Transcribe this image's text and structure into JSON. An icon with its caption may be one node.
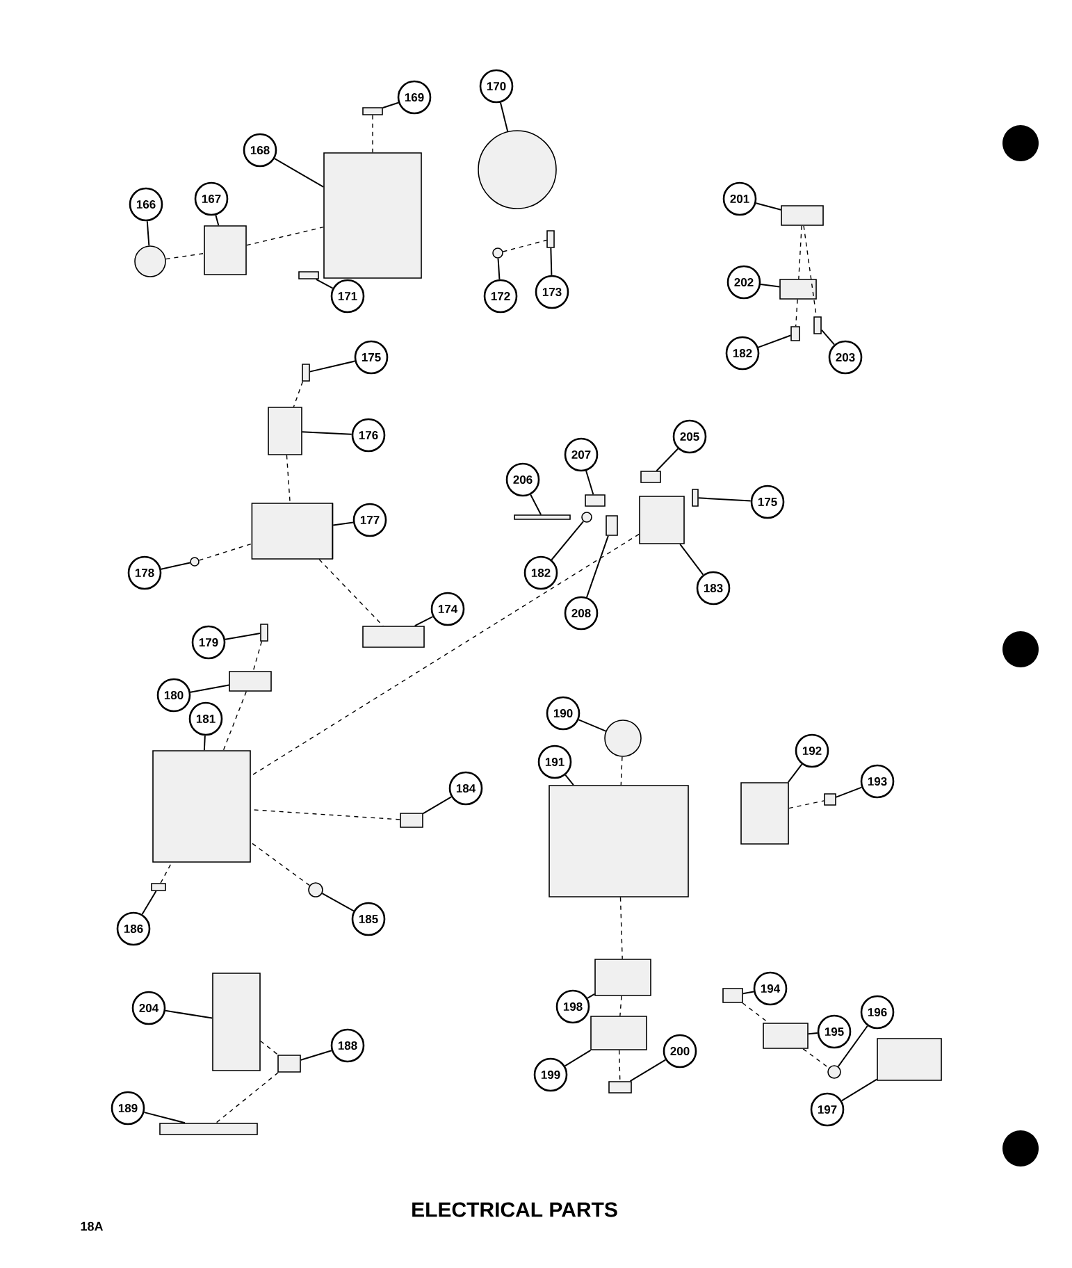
{
  "diagram": {
    "title": "ELECTRICAL PARTS",
    "nodes": [
      {
        "text": [
          "169"
        ]
      },
      {
        "text": [],
        "shape": "box"
      },
      {
        "text": [
          "170"
        ]
      },
      {
        "text": [],
        "shape": "circle"
      },
      {
        "text": [
          "168"
        ]
      },
      {
        "text": [],
        "shape": "box"
      },
      {
        "text": [
          "166"
        ]
      },
      {
        "text": [],
        "shape": "circle"
      },
      {
        "text": [
          "167"
        ]
      },
      {
        "text": [],
        "shape": "box"
      },
      {
        "text": [
          "171"
        ]
      },
      {
        "text": [],
        "shape": "box"
      },
      {
        "text": [
          "172"
        ]
      },
      {
        "text": [],
        "shape": "circle"
      },
      {
        "text": [
          "173"
        ]
      },
      {
        "text": [],
        "shape": "box"
      },
      {
        "text": [
          "201"
        ]
      },
      {
        "text": [],
        "shape": "box"
      },
      {
        "text": [
          "202"
        ]
      },
      {
        "text": [],
        "shape": "box"
      },
      {
        "text": [
          "182"
        ]
      },
      {
        "text": [],
        "shape": "box"
      },
      {
        "text": [
          "203"
        ]
      },
      {
        "text": [],
        "shape": "box"
      },
      {
        "text": [
          "175"
        ]
      },
      {
        "text": [],
        "shape": "box"
      },
      {
        "text": [
          "176"
        ]
      },
      {
        "text": [],
        "shape": "box"
      },
      {
        "text": [
          "177"
        ]
      },
      {
        "text": [],
        "shape": "cylinder"
      },
      {
        "text": [
          "178"
        ]
      },
      {
        "text": [],
        "shape": "circle"
      },
      {
        "text": [
          "174"
        ]
      },
      {
        "text": [],
        "shape": "box"
      },
      {
        "text": [
          "179"
        ]
      },
      {
        "text": [],
        "shape": "box"
      },
      {
        "text": [
          "180"
        ]
      },
      {
        "text": [],
        "shape": "box"
      },
      {
        "text": [
          "181"
        ]
      },
      {
        "text": [],
        "shape": "box"
      },
      {
        "text": [
          "206"
        ]
      },
      {
        "text": [],
        "shape": "box"
      },
      {
        "text": [
          "207"
        ]
      },
      {
        "text": [],
        "shape": "box"
      },
      {
        "text": [
          "205"
        ]
      },
      {
        "text": [],
        "shape": "box"
      },
      {
        "text": [
          "175"
        ]
      },
      {
        "text": [],
        "shape": "box"
      },
      {
        "text": [
          "182"
        ]
      },
      {
        "text": [],
        "shape": "circle"
      },
      {
        "text": [
          "208"
        ]
      },
      {
        "text": [],
        "shape": "box"
      },
      {
        "text": [
          "183"
        ]
      },
      {
        "text": [],
        "shape": "box"
      },
      {
        "text": [
          "190"
        ]
      },
      {
        "text": [],
        "shape": "circle"
      },
      {
        "text": [
          "191"
        ]
      },
      {
        "text": [],
        "shape": "box"
      },
      {
        "text": [
          "192"
        ]
      },
      {
        "text": [],
        "shape": "box"
      },
      {
        "text": [
          "193"
        ]
      },
      {
        "text": [],
        "shape": "box"
      },
      {
        "text": [
          "184"
        ]
      },
      {
        "text": [],
        "shape": "box"
      },
      {
        "text": [
          "186"
        ]
      },
      {
        "text": [],
        "shape": "box"
      },
      {
        "text": [
          "185"
        ]
      },
      {
        "text": [],
        "shape": "circle"
      },
      {
        "text": [
          "194"
        ]
      },
      {
        "text": [],
        "shape": "box"
      },
      {
        "text": [
          "195"
        ]
      },
      {
        "text": [],
        "shape": "box"
      },
      {
        "text": [
          "196"
        ]
      },
      {
        "text": [],
        "shape": "circle"
      },
      {
        "text": [
          "204"
        ]
      },
      {
        "text": [],
        "shape": "box"
      },
      {
        "text": [
          "188"
        ]
      },
      {
        "text": [],
        "shape": "box"
      },
      {
        "text": [
          "189"
        ]
      },
      {
        "text": [],
        "shape": "box"
      },
      {
        "text": [
          "198"
        ]
      },
      {
        "text": [],
        "shape": "box"
      },
      {
        "text": [
          "199"
        ]
      },
      {
        "text": [],
        "shape": "box"
      },
      {
        "text": [
          "200"
        ]
      },
      {
        "text": [],
        "shape": "box"
      },
      {
        "text": [
          "197"
        ]
      },
      {
        "text": [],
        "shape": "box"
      }
    ],
    "edges": [
      {
        "from": 0,
        "to": 1,
        "arrow": "none"
      },
      {
        "from": 2,
        "to": 3,
        "arrow": "none"
      },
      {
        "from": 4,
        "to": 5,
        "arrow": "none"
      },
      {
        "from": 6,
        "to": 7,
        "arrow": "none"
      },
      {
        "from": 8,
        "to": 9,
        "arrow": "none"
      },
      {
        "from": 10,
        "to": 11,
        "arrow": "none"
      },
      {
        "from": 12,
        "to": 13,
        "arrow": "none"
      },
      {
        "from": 14,
        "to": 15,
        "arrow": "none"
      },
      {
        "from": 16,
        "to": 17,
        "arrow": "none"
      },
      {
        "from": 18,
        "to": 19,
        "arrow": "none"
      },
      {
        "from": 20,
        "to": 21,
        "arrow": "none"
      },
      {
        "from": 22,
        "to": 23,
        "arrow": "none"
      },
      {
        "from": 24,
        "to": 25,
        "arrow": "none"
      },
      {
        "from": 26,
        "to": 27,
        "arrow": "none"
      },
      {
        "from": 28,
        "to": 29,
        "arrow": "none"
      },
      {
        "from": 30,
        "to": 31,
        "arrow": "none"
      },
      {
        "from": 32,
        "to": 33,
        "arrow": "none"
      },
      {
        "from": 34,
        "to": 35,
        "arrow": "none"
      },
      {
        "from": 36,
        "to": 37,
        "arrow": "none"
      },
      {
        "from": 38,
        "to": 39,
        "arrow": "none"
      },
      {
        "from": 40,
        "to": 41,
        "arrow": "none"
      },
      {
        "from": 42,
        "to": 43,
        "arrow": "none"
      },
      {
        "from": 44,
        "to": 45,
        "arrow": "none"
      },
      {
        "from": 46,
        "to": 47,
        "arrow": "none"
      },
      {
        "from": 48,
        "to": 49,
        "arrow": "none"
      },
      {
        "from": 50,
        "to": 51,
        "arrow": "none"
      },
      {
        "from": 52,
        "to": 53,
        "arrow": "none"
      },
      {
        "from": 54,
        "to": 55,
        "arrow": "none"
      },
      {
        "from": 56,
        "to": 57,
        "arrow": "none"
      },
      {
        "from": 58,
        "to": 59,
        "arrow": "none"
      },
      {
        "from": 60,
        "to": 61,
        "arrow": "none"
      },
      {
        "from": 62,
        "to": 63,
        "arrow": "none"
      },
      {
        "from": 64,
        "to": 65,
        "arrow": "none"
      },
      {
        "from": 66,
        "to": 67,
        "arrow": "none"
      },
      {
        "from": 68,
        "to": 69,
        "arrow": "none"
      },
      {
        "from": 70,
        "to": 71,
        "arrow": "none"
      },
      {
        "from": 72,
        "to": 73,
        "arrow": "none"
      },
      {
        "from": 74,
        "to": 75,
        "arrow": "none"
      },
      {
        "from": 76,
        "to": 77,
        "arrow": "none"
      },
      {
        "from": 78,
        "to": 79,
        "arrow": "none"
      },
      {
        "from": 80,
        "to": 81,
        "arrow": "none"
      },
      {
        "from": 82,
        "to": 83,
        "arrow": "none"
      },
      {
        "from": 84,
        "to": 85,
        "arrow": "none"
      },
      {
        "from": 86,
        "to": 87,
        "arrow": "none"
      },
      {
        "from": 7,
        "to": 9,
        "arrow": "none",
        "style": "dashed"
      },
      {
        "from": 9,
        "to": 5,
        "arrow": "none",
        "style": "dashed"
      },
      {
        "from": 1,
        "to": 5,
        "arrow": "none",
        "style": "dashed"
      },
      {
        "from": 13,
        "to": 15,
        "arrow": "none",
        "style": "dashed"
      },
      {
        "from": 17,
        "to": 19,
        "arrow": "none",
        "style": "dashed"
      },
      {
        "from": 19,
        "to": 21,
        "arrow": "none",
        "style": "dashed"
      },
      {
        "from": 17,
        "to": 23,
        "arrow": "none",
        "style": "dashed"
      },
      {
        "from": 25,
        "to": 27,
        "arrow": "none",
        "style": "dashed"
      },
      {
        "from": 27,
        "to": 29,
        "arrow": "none",
        "style": "dashed"
      },
      {
        "from": 31,
        "to": 29,
        "arrow": "none",
        "style": "dashed"
      },
      {
        "from": 29,
        "to": 33,
        "arrow": "none",
        "style": "dashed"
      },
      {
        "from": 35,
        "to": 37,
        "arrow": "none",
        "style": "dashed"
      },
      {
        "from": 37,
        "to": 39,
        "arrow": "none",
        "style": "dashed"
      },
      {
        "from": 53,
        "to": 39,
        "arrow": "none",
        "style": "dashed"
      },
      {
        "from": 55,
        "to": 57,
        "arrow": "none",
        "style": "dashed"
      },
      {
        "from": 57,
        "to": 81,
        "arrow": "none",
        "style": "dashed"
      },
      {
        "from": 81,
        "to": 83,
        "arrow": "none",
        "style": "dashed"
      },
      {
        "from": 83,
        "to": 85,
        "arrow": "none",
        "style": "dashed"
      },
      {
        "from": 59,
        "to": 61,
        "arrow": "none",
        "style": "dashed"
      },
      {
        "from": 69,
        "to": 71,
        "arrow": "none",
        "style": "dashed"
      },
      {
        "from": 71,
        "to": 73,
        "arrow": "none",
        "style": "dashed"
      },
      {
        "from": 75,
        "to": 77,
        "arrow": "none",
        "style": "dashed"
      },
      {
        "from": 77,
        "to": 79,
        "arrow": "none",
        "style": "dashed"
      },
      {
        "from": 65,
        "to": 39,
        "arrow": "none",
        "style": "dashed"
      },
      {
        "from": 67,
        "to": 39,
        "arrow": "none",
        "style": "dashed"
      },
      {
        "from": 63,
        "to": 39,
        "arrow": "none",
        "style": "dashed"
      }
    ],
    "labels": [
      "18A"
    ]
  }
}
